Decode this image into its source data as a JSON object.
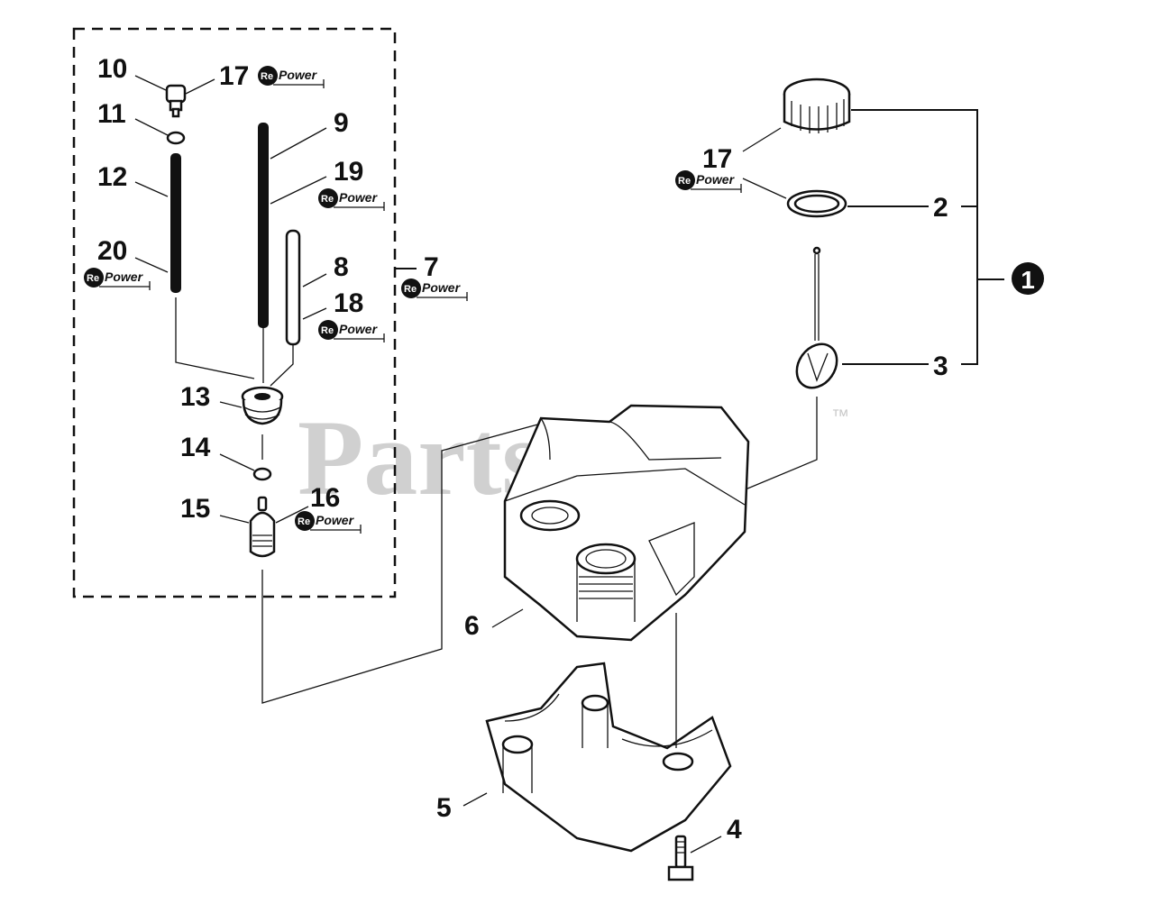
{
  "watermark": {
    "text": "PartsTree",
    "trademark": "™"
  },
  "badge": {
    "short": "Re",
    "word": "Power"
  },
  "callouts": {
    "c1": "1",
    "c2": "2",
    "c3": "3",
    "c4": "4",
    "c5": "5",
    "c6": "6",
    "c7": "7",
    "c8": "8",
    "c9": "9",
    "c10": "10",
    "c11": "11",
    "c12": "12",
    "c13": "13",
    "c14": "14",
    "c15": "15",
    "c16": "16",
    "c17a": "17",
    "c17b": "17",
    "c18": "18",
    "c19": "19",
    "c20": "20"
  },
  "colors": {
    "line": "#111111",
    "watermark": "#d0d0d0",
    "background": "#ffffff"
  }
}
